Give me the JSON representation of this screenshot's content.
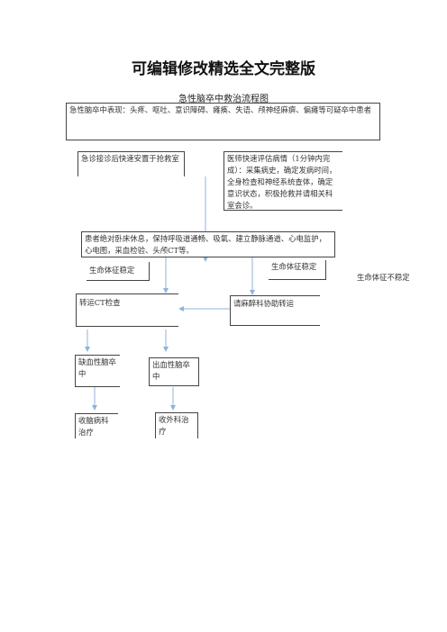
{
  "page": {
    "title": "可编辑修改精选全文完整版",
    "subtitle": "急性脑卒中救治流程图"
  },
  "flow": {
    "symptoms": "急性脑卒中表现：头疼、呕吐、意识障碍、瘫痪、失语、颅神经麻痹、偏瘫等可疑卒中患者",
    "triage": "急诊接诊后快速安置于抢救室",
    "doctor_assessment": "医师快速评估病情（1分钟内完成）：采集病史，确定发病时间，全身检查和神经系统查体，确定意识状态，积极抢救并请相关科室会诊。",
    "patient_care": "患者绝对卧床休息，保持呼吸道通畅、吸氧、建立静脉通道、心电监护，心电图，采血检验、头颅CT等。",
    "vitals_stable_left": "生命体征稳定",
    "vitals_stable_right": "生命体征稳定",
    "vitals_unstable": "生命体征不稳定",
    "ct_transfer": "转运CT检查",
    "anesthesia_assist": "请麻醉科协助转运",
    "ischemic_stroke": "缺血性脑卒中",
    "hemorrhagic_stroke": "出血性脑卒中",
    "neurology_treatment": "收脑病科治疗",
    "neurosurgery_treatment": "收外科治疗"
  },
  "colors": {
    "arrow": "#8fb3dc",
    "border": "#444444"
  }
}
